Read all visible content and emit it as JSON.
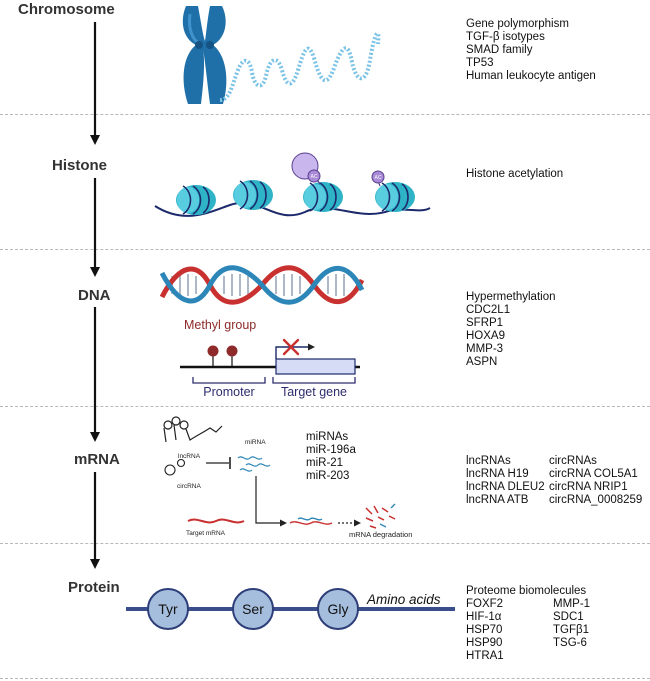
{
  "stages": {
    "chromosome": {
      "label": "Chromosome",
      "items": [
        "Gene polymorphism",
        "TGF-β isotypes",
        "SMAD family",
        "TP53",
        "Human leukocyte antigen"
      ]
    },
    "histone": {
      "label": "Histone",
      "items": [
        "Histone acetylation"
      ],
      "marker": "AC"
    },
    "dna": {
      "label": "DNA",
      "items": [
        "Hypermethylation",
        "CDC2L1",
        "SFRP1",
        "HOXA9",
        "MMP-3",
        "ASPN"
      ],
      "methyl_label": "Methyl group",
      "promoter_label": "Promoter",
      "target_label": "Target gene"
    },
    "mrna": {
      "label": "mRNA",
      "lnc_items": [
        "lncRNAs",
        "lncRNA H19",
        "lncRNA DLEU2",
        "lncRNA ATB"
      ],
      "circ_items": [
        "circRNAs",
        "circRNA COL5A1",
        "circRNA NRIP1",
        "circRNA_0008259"
      ],
      "mirna_list": [
        "miRNAs",
        "miR-196a",
        "miR-21",
        "miR-203"
      ],
      "lncrna_label": "lncRNA",
      "circrna_label": "circRNA",
      "mirna_label": "miRNA",
      "target_mrna_label": "Target mRNA",
      "degradation_label": "mRNA degradation"
    },
    "protein": {
      "label": "Protein",
      "residues": [
        "Tyr",
        "Ser",
        "Gly"
      ],
      "amino_acids_label": "Amino acids",
      "items_col1": [
        "Proteome biomolecules",
        "FOXF2",
        "HIF-1α",
        "HSP70",
        "HSP90",
        "HTRA1"
      ],
      "items_col2": [
        "MMP-1",
        "SDC1",
        "TGFβ1",
        "TSG-6"
      ]
    }
  },
  "colors": {
    "chromosome": "#1f6fa8",
    "nucleosome": "#2fb3c7",
    "dna_red": "#c8312f",
    "dna_blue": "#2d86b8",
    "methyl": "#8e2a2a",
    "acetyl": "#a98ad6",
    "protein_bead": "#a6bede",
    "bracket": "#2d2d6e"
  }
}
